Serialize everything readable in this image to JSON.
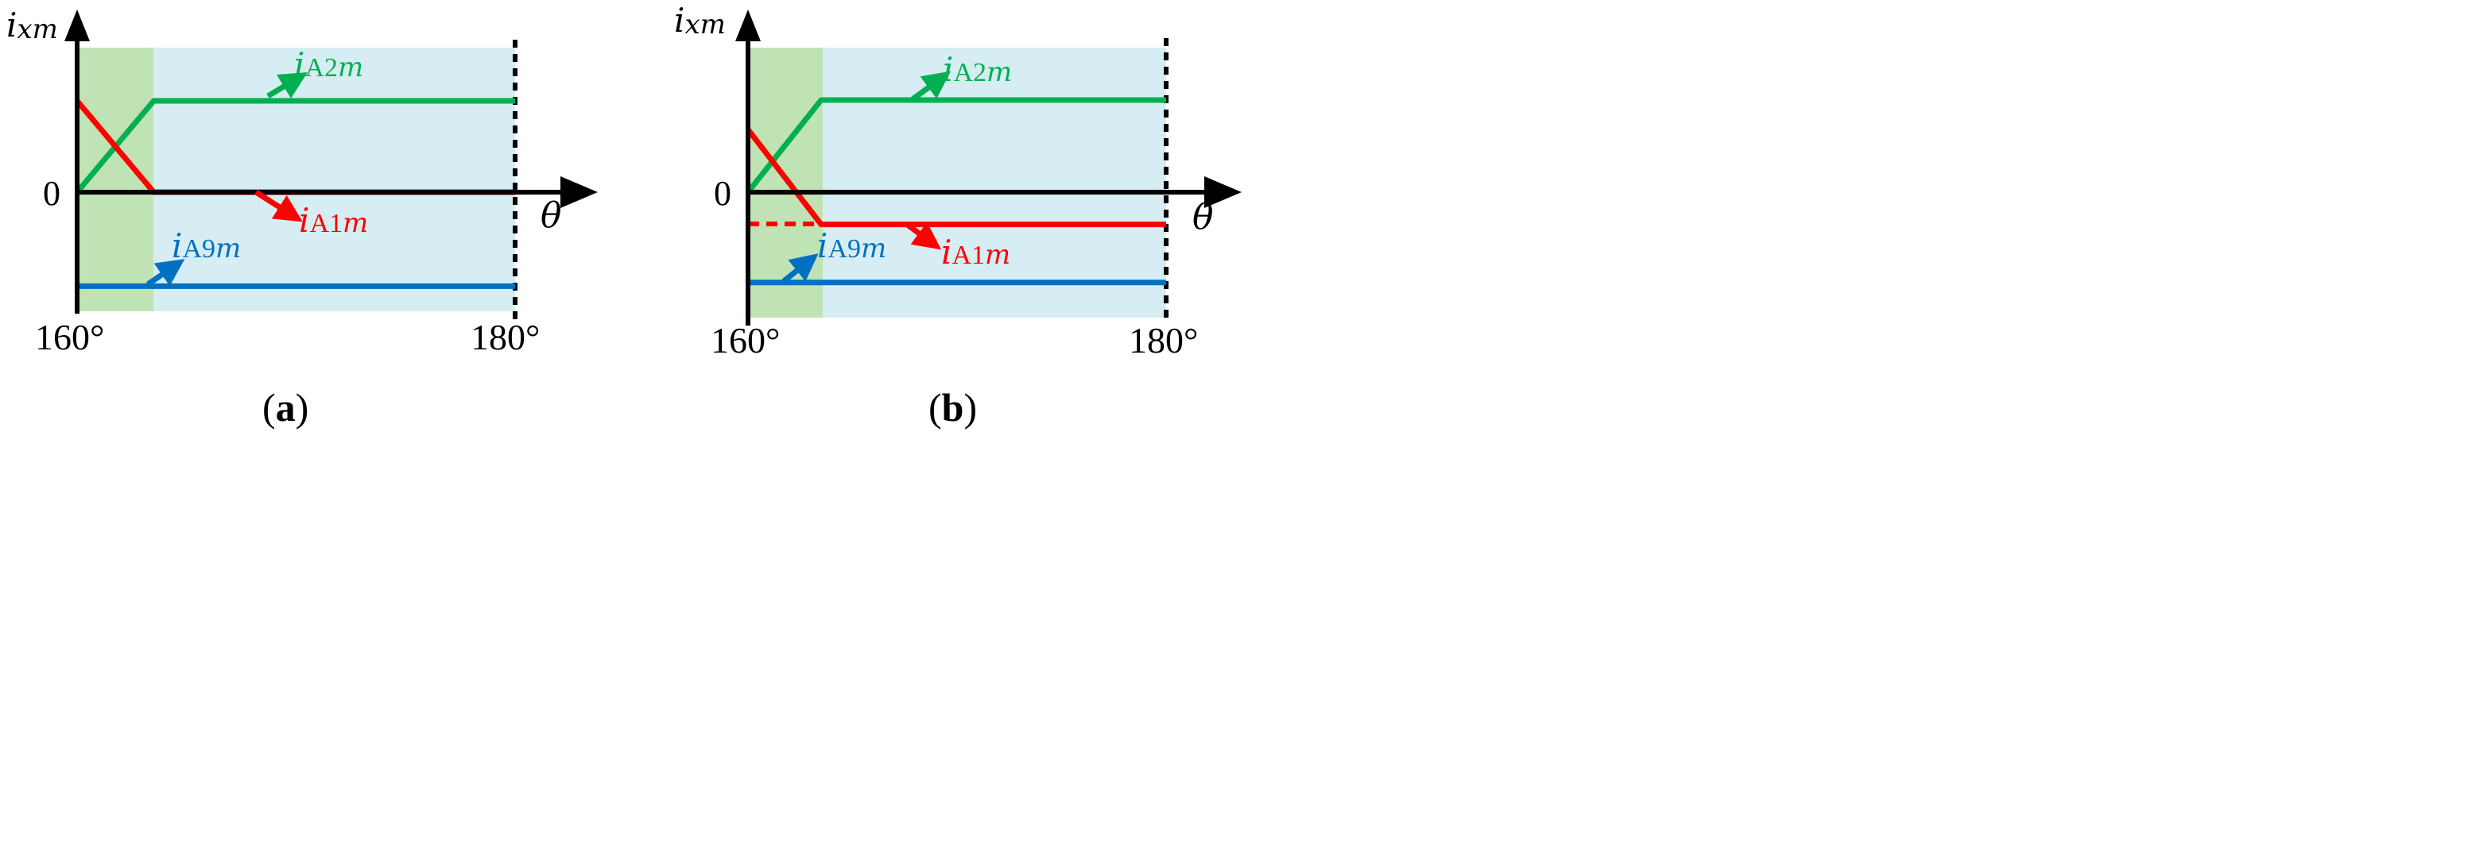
{
  "colors": {
    "axis": "#000000",
    "region_commutation": "#bfe3b4",
    "region_steady": "#d6eef3",
    "iA1": "#ff0000",
    "iA2": "#00b050",
    "iA9": "#0070c0"
  },
  "panels": [
    {
      "id": "a",
      "caption_letter": "a",
      "y_axis_label": {
        "main": "i",
        "sub": "xm"
      },
      "x_axis_label": "θ",
      "zero_label": "0",
      "x_start_label": "160°",
      "x_end_label": "180°",
      "x_domain": [
        160,
        180
      ],
      "commutation_end_deg": 163.5,
      "series": {
        "iA2": {
          "label_main": "i",
          "label_sub": "A2",
          "label_sub_it": "m",
          "values": [
            [
              160,
              0
            ],
            [
              163.5,
              1
            ],
            [
              180,
              1
            ]
          ]
        },
        "iA1": {
          "label_main": "i",
          "label_sub": "A1",
          "label_sub_it": "m",
          "values": [
            [
              160,
              1
            ],
            [
              163.5,
              0
            ],
            [
              180,
              0
            ]
          ]
        },
        "iA9": {
          "label_main": "i",
          "label_sub": "A9",
          "label_sub_it": "m",
          "values": [
            [
              160,
              -1.03
            ],
            [
              180,
              -1.03
            ]
          ]
        }
      }
    },
    {
      "id": "b",
      "caption_letter": "b",
      "y_axis_label": {
        "main": "i",
        "sub": "xm"
      },
      "x_axis_label": "θ",
      "zero_label": "0",
      "x_start_label": "160°",
      "x_end_label": "180°",
      "x_domain": [
        160,
        180
      ],
      "commutation_end_deg": 163.5,
      "series": {
        "iA2": {
          "label_main": "i",
          "label_sub": "A2",
          "label_sub_it": "m",
          "values": [
            [
              160,
              0
            ],
            [
              163.5,
              1
            ],
            [
              180,
              1
            ]
          ]
        },
        "iA1": {
          "label_main": "i",
          "label_sub": "A1",
          "label_sub_it": "m",
          "values": [
            [
              160,
              0.68
            ],
            [
              163.5,
              -0.35
            ],
            [
              180,
              -0.35
            ]
          ]
        },
        "iA9": {
          "label_main": "i",
          "label_sub": "A9",
          "label_sub_it": "m",
          "values": [
            [
              160,
              -0.98
            ],
            [
              180,
              -0.98
            ]
          ]
        }
      }
    }
  ]
}
